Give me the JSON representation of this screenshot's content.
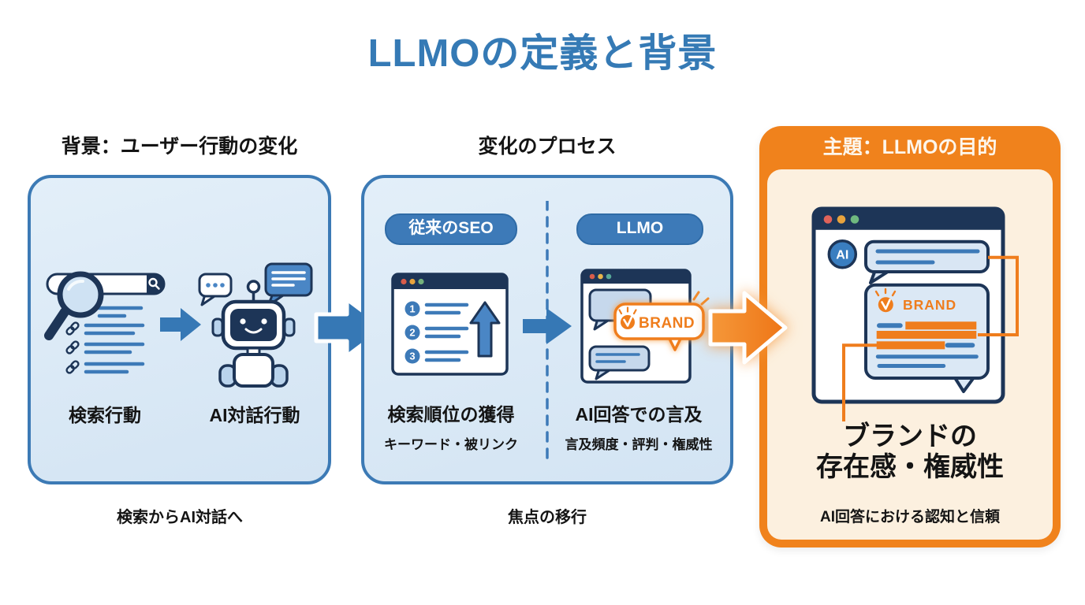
{
  "title": "LLMOの定義と背景",
  "left": {
    "header": "背景：ユーザー行動の変化",
    "label_search": "検索行動",
    "label_ai_chat": "AI対話行動",
    "caption": "検索からAI対話へ"
  },
  "middle": {
    "header": "変化のプロセス",
    "pill_seo": "従来のSEO",
    "pill_llmo": "LLMO",
    "rank_numbers": [
      "1",
      "2",
      "3"
    ],
    "seo_label": "検索順位の獲得",
    "seo_sub": "キーワード・被リンク",
    "llmo_label": "AI回答での言及",
    "llmo_sub": "言及頻度・評判・権威性",
    "caption": "焦点の移行"
  },
  "right": {
    "header": "主題：LLMOの目的",
    "ai_badge": "AI",
    "title_line1": "ブランドの",
    "title_line2": "存在感・権威性",
    "caption": "AI回答における認知と信頼"
  },
  "brand": {
    "label": "BRAND"
  },
  "colors": {
    "title_blue": "#357ab5",
    "panel_border_blue": "#3c7ab5",
    "panel_bg_blue": "#d9e8f6",
    "navy": "#1d3557",
    "pill_blue": "#3d7ab8",
    "arrow_blue": "#3678b5",
    "orange": "#f0821c",
    "cream": "#fcf0df"
  }
}
